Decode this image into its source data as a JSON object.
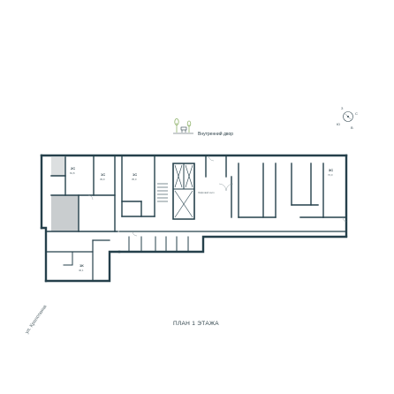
{
  "yard_label": "Внутренний двор",
  "plan_title": "ПЛАН 1 ЭТАЖА",
  "street_label": "ул. Кропоткина",
  "compass": {
    "north": "С",
    "south": "Ю",
    "west": "З",
    "east": "В"
  },
  "units": [
    {
      "type": "2С",
      "area": "81,8"
    },
    {
      "type": "1С",
      "area": "39,9"
    },
    {
      "type": "1С",
      "area": "35,0"
    },
    {
      "type": "3С",
      "area": "72,0"
    },
    {
      "type": "1К",
      "area": "40,1"
    }
  ],
  "lobby_label": "Лифтовой холл",
  "colors": {
    "walls": "#25404b",
    "highlight": "#c9cdcf",
    "accent": "#8fb26a"
  }
}
